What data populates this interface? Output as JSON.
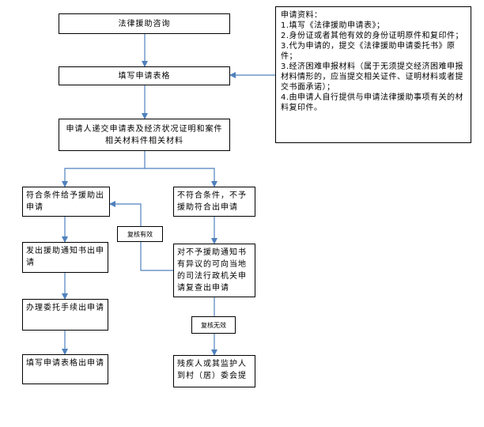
{
  "nodes": {
    "consult": "法律援助咨询",
    "fill_form": "填写申请表格",
    "submit": "申请人递交申请表及经济状况证明和案件相关材料件相关材料",
    "eligible": "符合条件给予援助出申请",
    "ineligible": "不符合条件，不予援助符合出申请",
    "notice": "发出援助通知书出申请",
    "entrust": "办理委托手续出申请",
    "fill_form2": "填写申请表格出申请",
    "review": "对不予援助通知书有异议的可向当地的司法行政机关申请复查出申请",
    "review_effective": "复核有效",
    "review_invalid": "复核无效",
    "end": "残疾人或其监护人到村（居）委会提"
  },
  "materials": {
    "title": "申请资料：",
    "items": [
      "1.填写《法律援助申请表》；",
      "2.身份证或者其他有效的身份证明原件和复印件；",
      "3.代为申请的，提交《法律援助申请委托书》原件；",
      "3.经济困难申报材料（属于无须提交经济困难申报材料情形的，应当提交相关证件、证明材料或者提交书面承诺）；",
      "4.由申请人自行提供与申请法律援助事项有关的材料复印件。"
    ]
  },
  "colors": {
    "arrow": "#4f81bd",
    "border": "#000000"
  }
}
